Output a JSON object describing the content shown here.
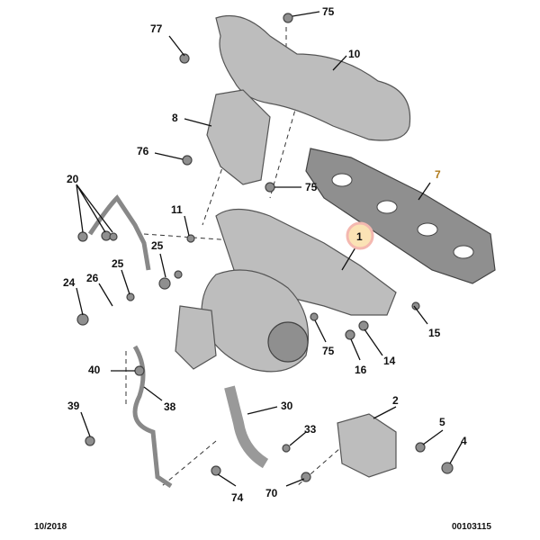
{
  "diagram": {
    "date_code": "10/2018",
    "reference": "00103115",
    "highlight_color": "#f4b8b0",
    "highlight_fill": "#fbe3b5",
    "gasket_label_color": "#b07a1a",
    "labels": {
      "l77": "77",
      "l75a": "75",
      "l10": "10",
      "l8": "8",
      "l76": "76",
      "l75b": "75",
      "l7": "7",
      "l20": "20",
      "l11": "11",
      "l1": "1",
      "l25a": "25",
      "l25b": "25",
      "l26": "26",
      "l24": "24",
      "l15": "15",
      "l75c": "75",
      "l16": "16",
      "l14": "14",
      "l40": "40",
      "l38": "38",
      "l39": "39",
      "l30": "30",
      "l2": "2",
      "l33": "33",
      "l5": "5",
      "l4": "4",
      "l74": "74",
      "l70": "70"
    }
  }
}
